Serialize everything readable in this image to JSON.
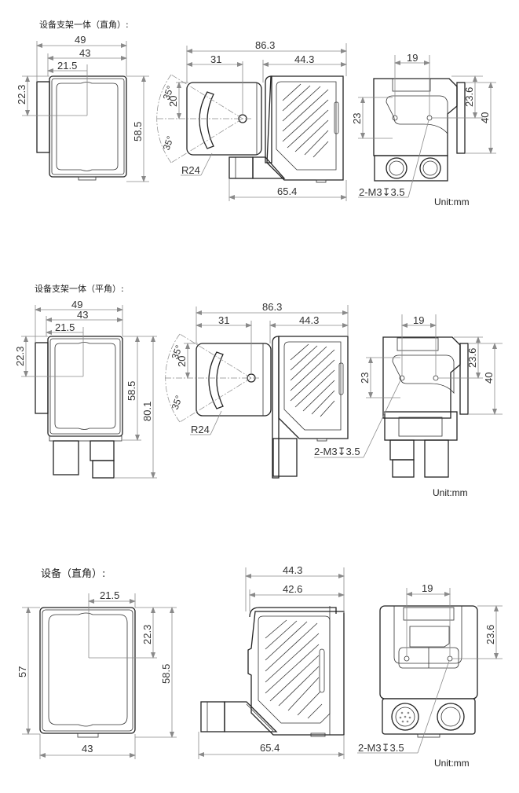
{
  "sections": [
    {
      "title": "设备支架一体（直角）:",
      "front": {
        "d49": "49",
        "d43": "43",
        "d21_5": "21.5",
        "d22_3": "22.3",
        "d58_5": "58.5"
      },
      "side": {
        "d86_3": "86.3",
        "d31": "31",
        "d44_3": "44.3",
        "a35_top": "35°",
        "d20": "20",
        "a35_bot": "35°",
        "r24": "R24",
        "d65_4": "65.4"
      },
      "rear": {
        "d19": "19",
        "d23": "23",
        "d23_6": "23.6",
        "d40": "40",
        "thread": "2-M3↧3.5",
        "unit": "Unit:mm"
      }
    },
    {
      "title": "设备支架一体（平角）:",
      "front": {
        "d49": "49",
        "d43": "43",
        "d21_5": "21.5",
        "d22_3": "22.3",
        "d58_5": "58.5",
        "d80_1": "80.1"
      },
      "side": {
        "d86_3": "86.3",
        "d31": "31",
        "d44_3": "44.3",
        "a35_top": "35°",
        "d20": "20",
        "a35_bot": "35°",
        "r24": "R24"
      },
      "rear": {
        "d19": "19",
        "d23": "23",
        "d23_6": "23.6",
        "d40": "40",
        "thread": "2-M3↧3.5",
        "unit": "Unit:mm"
      }
    },
    {
      "title": "设备（直角）:",
      "front": {
        "d21_5": "21.5",
        "d22_3": "22.3",
        "d57": "57",
        "d58_5": "58.5",
        "d43": "43"
      },
      "side": {
        "d44_3": "44.3",
        "d42_6": "42.6",
        "d65_4": "65.4"
      },
      "rear": {
        "d19": "19",
        "d23_6": "23.6",
        "thread": "2-M3↧3.5",
        "unit": "Unit:mm"
      }
    }
  ]
}
